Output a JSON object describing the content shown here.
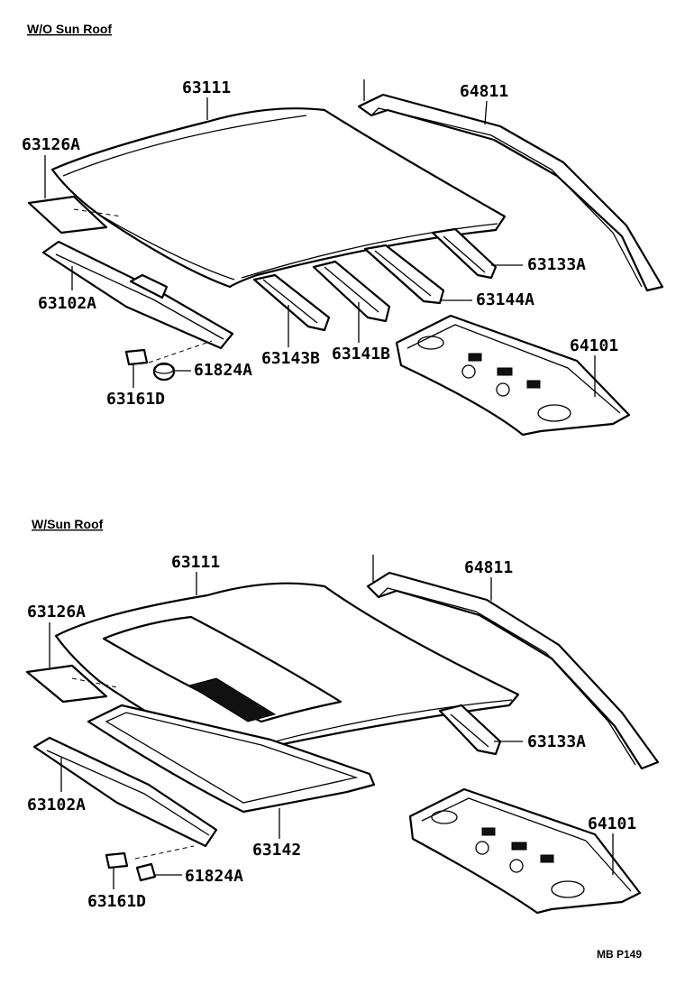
{
  "sections": [
    {
      "title": "W/O Sun Roof",
      "labels": {
        "roof_panel": "63111",
        "back_window_glass": "64811",
        "pad": "63126A",
        "front_header_panel": "63102A",
        "clip": "63161D",
        "plug": "61824A",
        "reinforcement_a": "63143B",
        "reinforcement_b": "63141B",
        "reinforcement_c": "63144A",
        "rear_rail": "63133A",
        "package_tray_panel": "64101"
      }
    },
    {
      "title": "W/Sun Roof",
      "labels": {
        "roof_panel": "63111",
        "back_window_glass": "64811",
        "pad": "63126A",
        "front_header_panel": "63102A",
        "clip": "63161D",
        "plug": "61824A",
        "sunroof_housing": "63142",
        "rear_rail": "63133A",
        "package_tray_panel": "64101"
      }
    }
  ],
  "footer_code": "MB P149"
}
